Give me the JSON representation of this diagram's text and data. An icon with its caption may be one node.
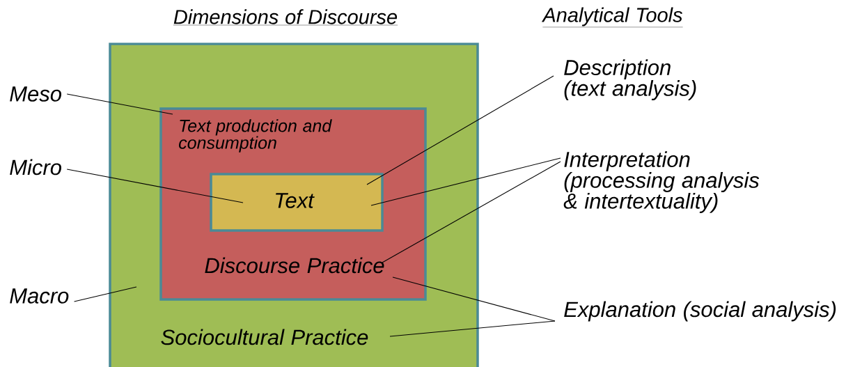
{
  "diagram": {
    "nodes": [
      {
        "text": [
          "Sociocultural Practice"
        ]
      },
      {
        "text": [
          "Text production and consumption",
          "Discourse Practice"
        ],
        "in": 0
      },
      {
        "text": [
          "Text"
        ],
        "in": 1
      },
      {
        "text": [
          "Meso"
        ]
      },
      {
        "text": [
          "Micro"
        ]
      },
      {
        "text": [
          "Macro"
        ]
      },
      {
        "text": [
          "Description (text analysis)"
        ]
      },
      {
        "text": [
          "Interpretation (processing analysis & intertextuality)"
        ]
      },
      {
        "text": [
          "Explanation (social analysis)"
        ]
      }
    ],
    "edges": [
      {
        "from": 3,
        "to": 1,
        "arrow": "none"
      },
      {
        "from": 4,
        "to": 2,
        "arrow": "none"
      },
      {
        "from": 5,
        "to": 0,
        "arrow": "none"
      },
      {
        "from": 6,
        "to": 2,
        "arrow": "none"
      },
      {
        "from": 7,
        "to": 2,
        "arrow": "none"
      },
      {
        "from": 7,
        "to": 1,
        "arrow": "none"
      },
      {
        "from": 8,
        "to": 1,
        "arrow": "none"
      },
      {
        "from": 8,
        "to": 0,
        "arrow": "none"
      }
    ],
    "labels": [
      "Dimensions of Discourse",
      "Analytical Tools"
    ]
  }
}
